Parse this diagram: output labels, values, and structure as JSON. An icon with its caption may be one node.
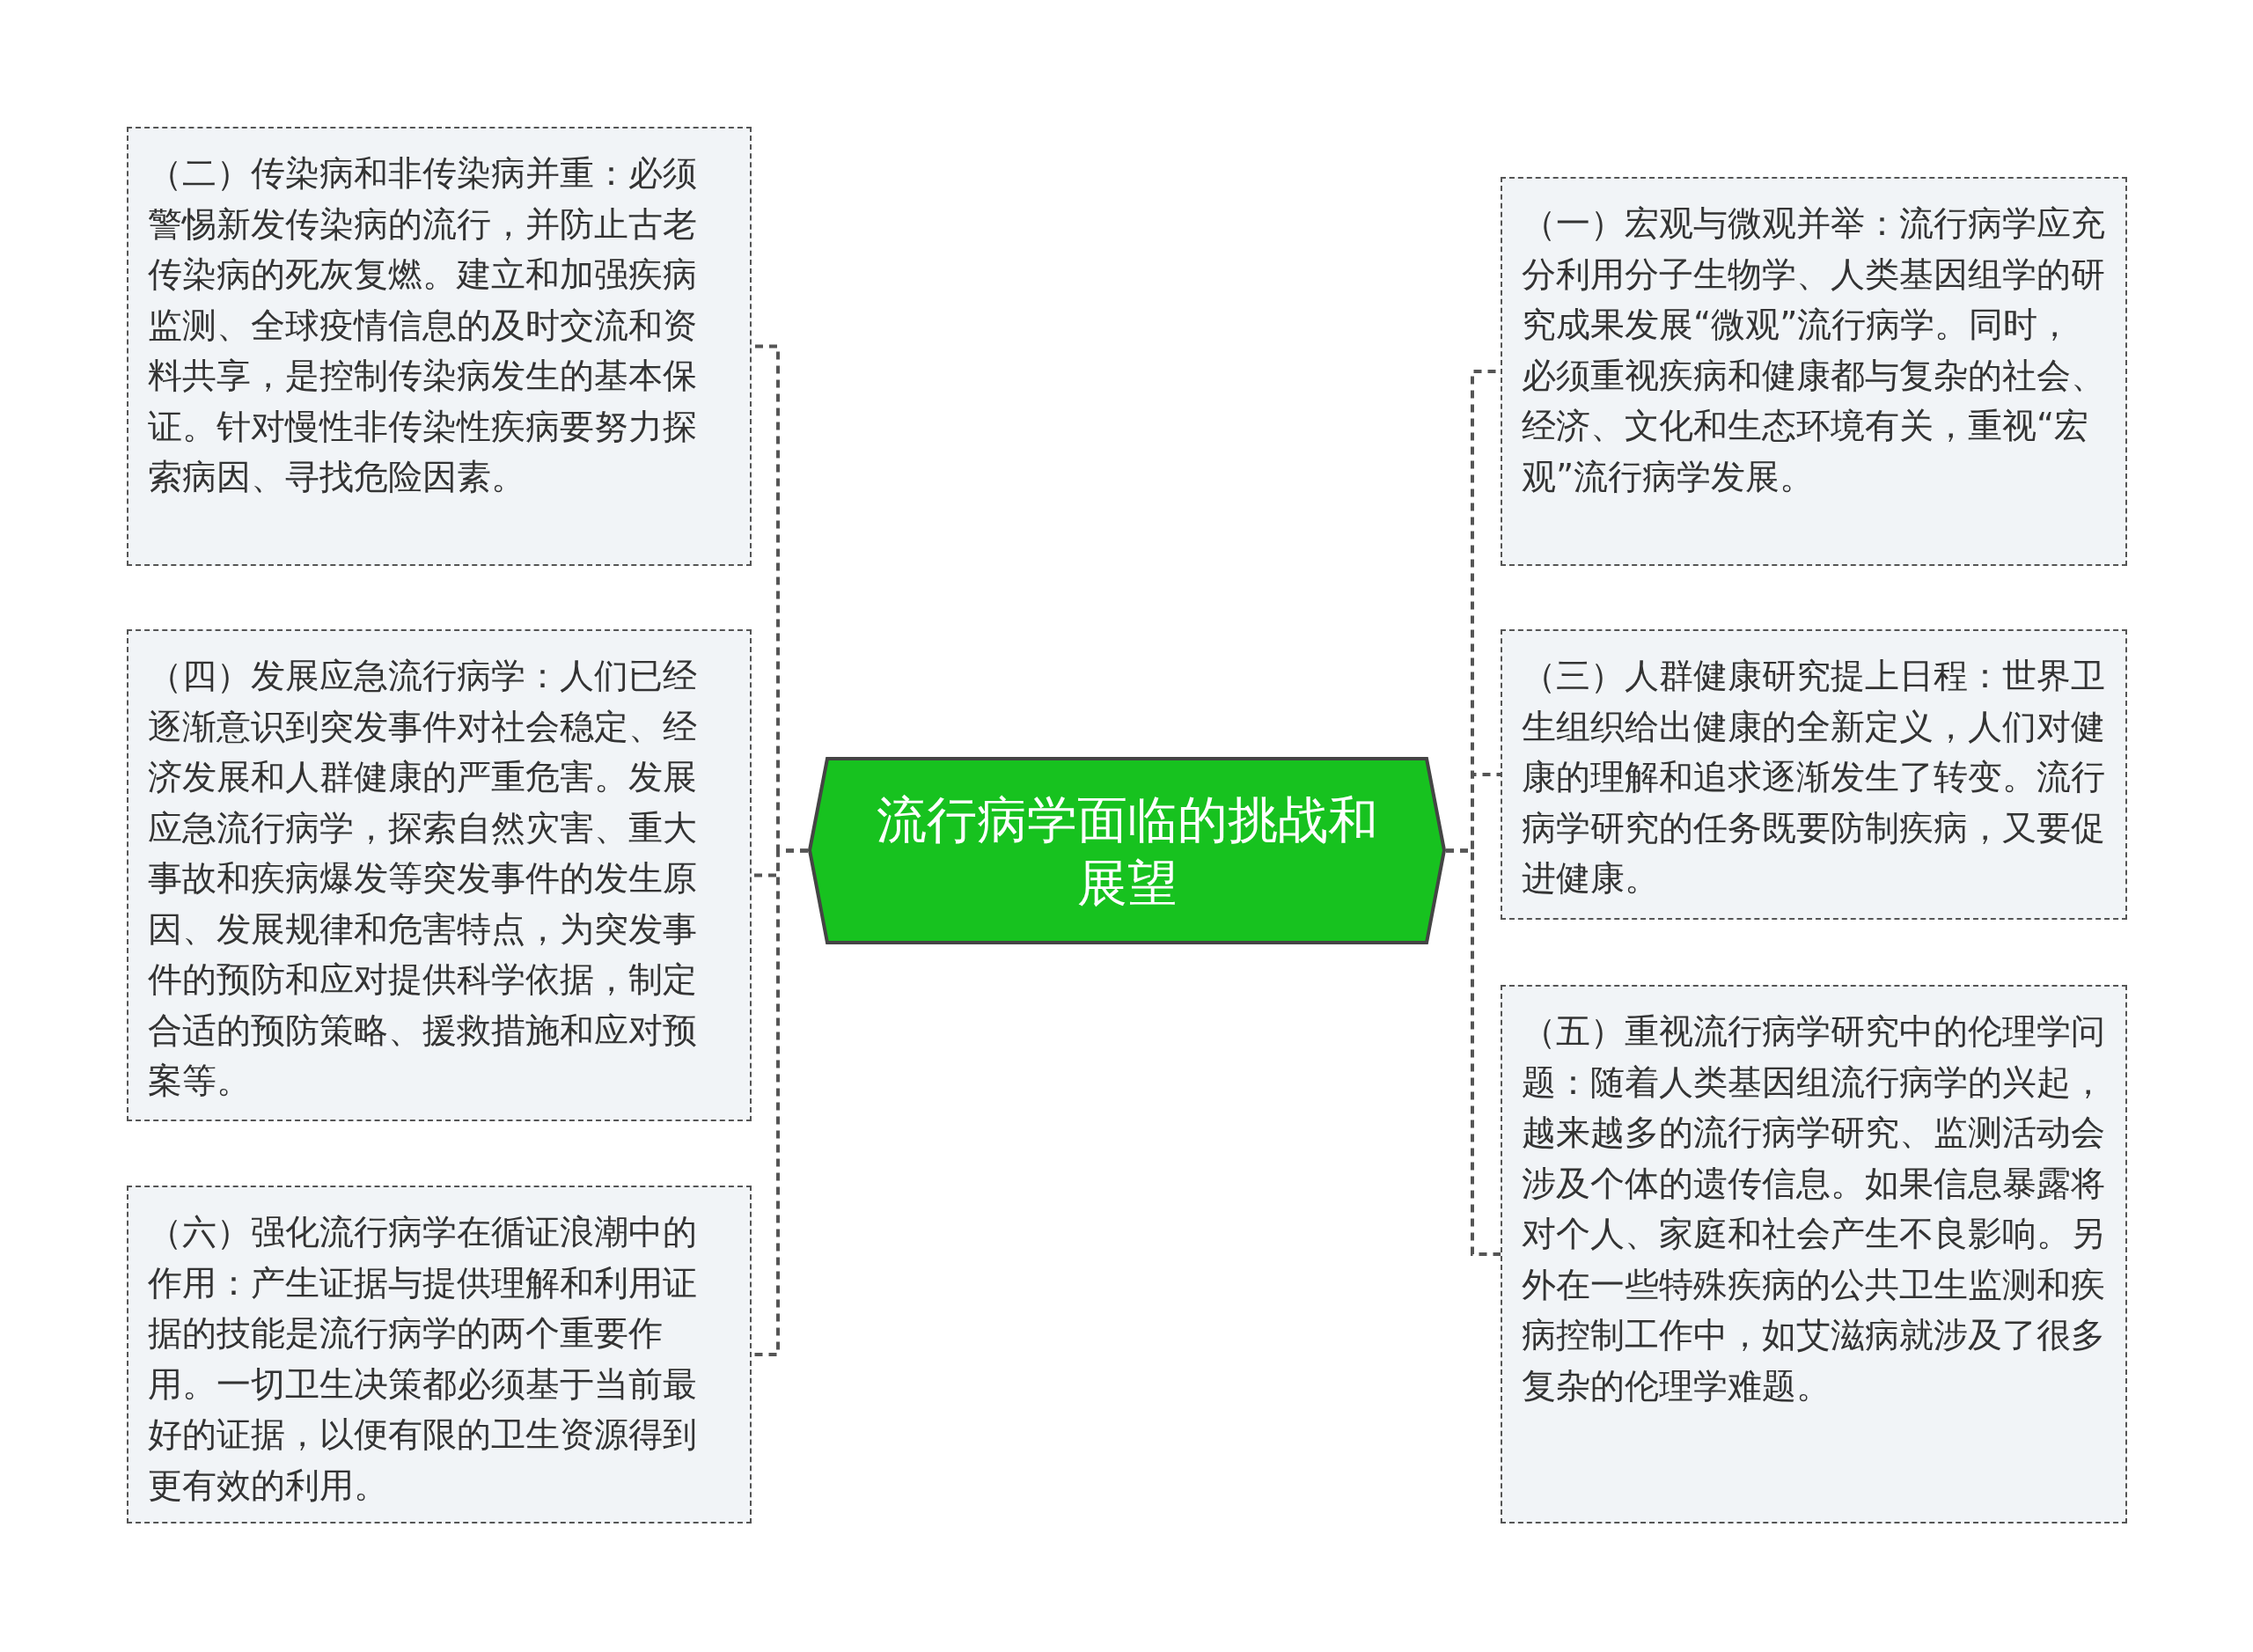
{
  "diagram": {
    "nodes": [
      {
        "text": [
          "流行病学面临的挑战和展望"
        ]
      },
      {
        "text": [
          "（一）宏观与微观并举：流行病学应充分利用分子生物学、人类基因组学的研究成果发展“微观”流行病学。同时，必须重视疾病和健康都与复杂的社会、经济、文化和生态环境有关，重视“宏观”流行病学发展。"
        ]
      },
      {
        "text": [
          "（二）传染病和非传染病并重：必须警惕新发传染病的流行，并防止古老传染病的死灰复燃。建立和加强疾病监测、全球疫情信息的及时交流和资料共享，是控制传染病发生的基本保证。针对慢性非传染性疾病要努力探索病因、寻找危险因素。"
        ]
      },
      {
        "text": [
          "（三）人群健康研究提上日程：世界卫生组织给出健康的全新定义，人们对健康的理解和追求逐渐发生了转变。流行病学研究的任务既要防制疾病，又要促进健康。"
        ]
      },
      {
        "text": [
          "（四）发展应急流行病学：人们已经逐渐意识到突发事件对社会稳定、经济发展和人群健康的严重危害。发展应急流行病学，探索自然灾害、重大事故和疾病爆发等突发事件的发生原因、发展规律和危害特点，为突发事件的预防和应对提供科学依据，制定合适的预防策略、援救措施和应对预案等。"
        ]
      },
      {
        "text": [
          "（五）重视流行病学研究中的伦理学问题：随着人类基因组流行病学的兴起，越来越多的流行病学研究、监测活动会涉及个体的遗传信息。如果信息暴露将对个人、家庭和社会产生不良影响。另外在一些特殊疾病的公共卫生监测和疾病控制工作中，如艾滋病就涉及了很多复杂的伦理学难题。"
        ]
      },
      {
        "text": [
          "（六）强化流行病学在循证浪潮中的作用：产生证据与提供理解和利用证据的技能是流行病学的两个重要作用。一切卫生决策都必须基于当前最好的证据，以便有限的卫生资源得到更有效的利用。"
        ]
      }
    ],
    "edges": [
      {
        "from": 0,
        "to": 1,
        "arrow": "none",
        "style": "dashed"
      },
      {
        "from": 0,
        "to": 2,
        "arrow": "none",
        "style": "dashed"
      },
      {
        "from": 0,
        "to": 3,
        "arrow": "none",
        "style": "dashed"
      },
      {
        "from": 0,
        "to": 4,
        "arrow": "none",
        "style": "dashed"
      },
      {
        "from": 0,
        "to": 5,
        "arrow": "none",
        "style": "dashed"
      },
      {
        "from": 0,
        "to": 6,
        "arrow": "none",
        "style": "dashed"
      }
    ]
  }
}
